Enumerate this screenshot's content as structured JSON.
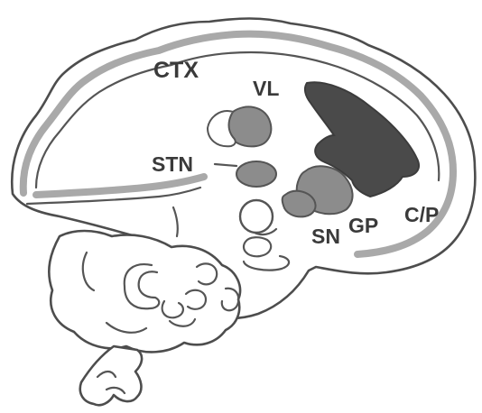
{
  "labels": {
    "cortex": "CTX",
    "thalamus_vl": "VL",
    "subthalamic_nucleus": "STN",
    "substantia_nigra": "SN",
    "globus_pallidus": "GP",
    "caudate_putamen": "C/P"
  },
  "colors": {
    "outline": "#4d4d4d",
    "cortex_band": "#a9a9a9",
    "caudate_putamen": "#4a4a4a",
    "nuclei": "#8c8c8c",
    "text": "#3a3a3a"
  }
}
